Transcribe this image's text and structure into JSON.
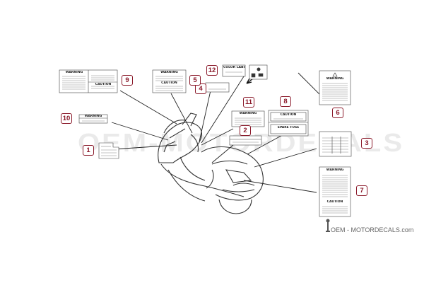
{
  "callouts": [
    "1",
    "2",
    "3",
    "4",
    "5",
    "6",
    "7",
    "8",
    "9",
    "10",
    "11",
    "12"
  ],
  "label_texts": {
    "warning": "WARNING",
    "caution": "CAUTION",
    "spare_fuse": "SPARE FUSE",
    "color_label": "COLOR LABEL"
  },
  "watermark": {
    "background": "OEM-MOTORDECALS",
    "footer": "OEM - MOTORDECALS.com"
  },
  "colors": {
    "callout": "#8b1a2b",
    "line": "#222222",
    "label_border": "#555555"
  }
}
